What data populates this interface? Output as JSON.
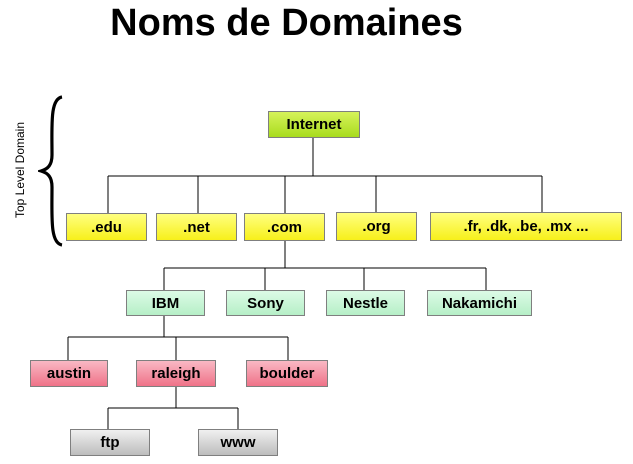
{
  "title": "Noms de Domaines",
  "side_label": "Top Level Domain",
  "colors": {
    "root": "#b8e43c",
    "tld": "#ffff33",
    "org": "#c8f5d6",
    "city": "#f28a9c",
    "host": "#d0d0d0",
    "line": "#000000"
  },
  "tree": {
    "root": "Internet",
    "tlds": [
      ".edu",
      ".net",
      ".com",
      ".org",
      ".fr, .dk, .be, .mx ..."
    ],
    "com_children": [
      "IBM",
      "Sony",
      "Nestle",
      "Nakamichi"
    ],
    "ibm_children": [
      "austin",
      "raleigh",
      "boulder"
    ],
    "raleigh_children": [
      "ftp",
      "www"
    ]
  }
}
